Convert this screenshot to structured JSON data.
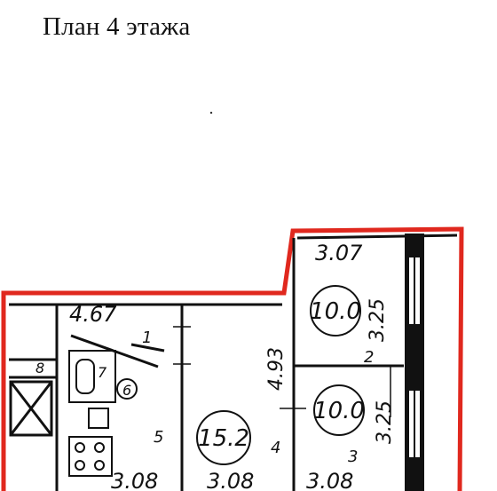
{
  "title": "План 4 этажа",
  "colors": {
    "outline": "#e0281e",
    "ink": "#111111",
    "paper": "#ffffff"
  },
  "rooms": [
    {
      "number": "1",
      "area": ""
    },
    {
      "number": "2",
      "area": "10.0"
    },
    {
      "number": "3",
      "area": "10.0"
    },
    {
      "number": "4",
      "area": "15.2"
    },
    {
      "number": "5",
      "area": ""
    },
    {
      "number": "6",
      "area": ""
    },
    {
      "number": "7",
      "area": ""
    },
    {
      "number": "8",
      "area": ""
    }
  ],
  "dimensions": {
    "top_right_width": "3.07",
    "hall_width": "4.67",
    "room2_height": "3.25",
    "room3_height": "3.25",
    "corridor_length": "4.93",
    "bottom_left": "3.08",
    "bottom_mid": "3.08",
    "bottom_right": "3.08"
  }
}
